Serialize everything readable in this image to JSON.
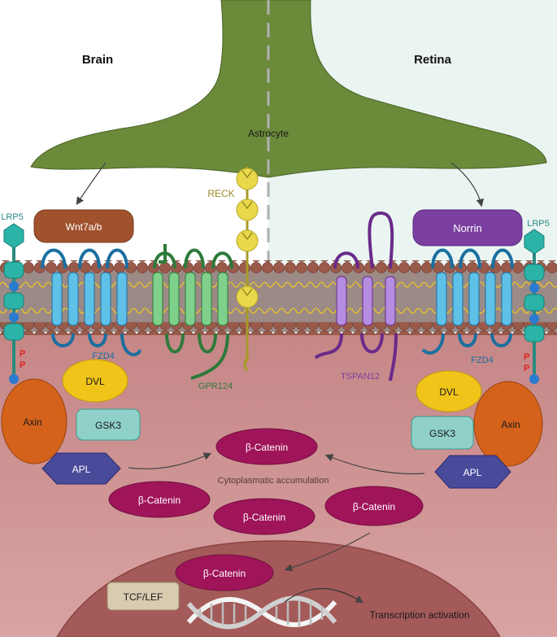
{
  "headings": {
    "left": "Brain",
    "right": "Retina"
  },
  "labels": {
    "astrocyte": "Astrocyte",
    "reck": "RECK",
    "lrp5": "LRP5",
    "wnt": "Wnt7a/b",
    "norrin": "Norrin",
    "fzd4": "FZD4",
    "gpr124": "GPR124",
    "tspan12": "TSPAN12",
    "dvl": "DVL",
    "gsk3": "GSK3",
    "axin": "Axin",
    "apl": "APL",
    "p": "P",
    "beta_catenin": "β-Catenin",
    "cyto_accumulation": "Cytoplasmatic accumulation",
    "tcf_lef": "TCF/LEF",
    "transcription": "Transcription activation"
  },
  "colors": {
    "astrocyte": "#6b8a3a",
    "membrane": "#9a5a4a",
    "cytoplasm": "#c98a8a",
    "nucleus": "#a35a58",
    "retina_bg": "#eaf5f2",
    "beta_catenin": "#a0145a",
    "fzd4": "#1a6fa0",
    "gpr124": "#2e7a3a",
    "tspan12": "#6a2a8a",
    "lrp5": "#2bb3a8",
    "dvl": "#f0c419",
    "gsk3": "#8fd0c8",
    "axin": "#d4621a",
    "apl": "#4a4a9a",
    "wnt": "#a0522d",
    "norrin": "#7a3fa0",
    "reck": "#e8d84a"
  }
}
